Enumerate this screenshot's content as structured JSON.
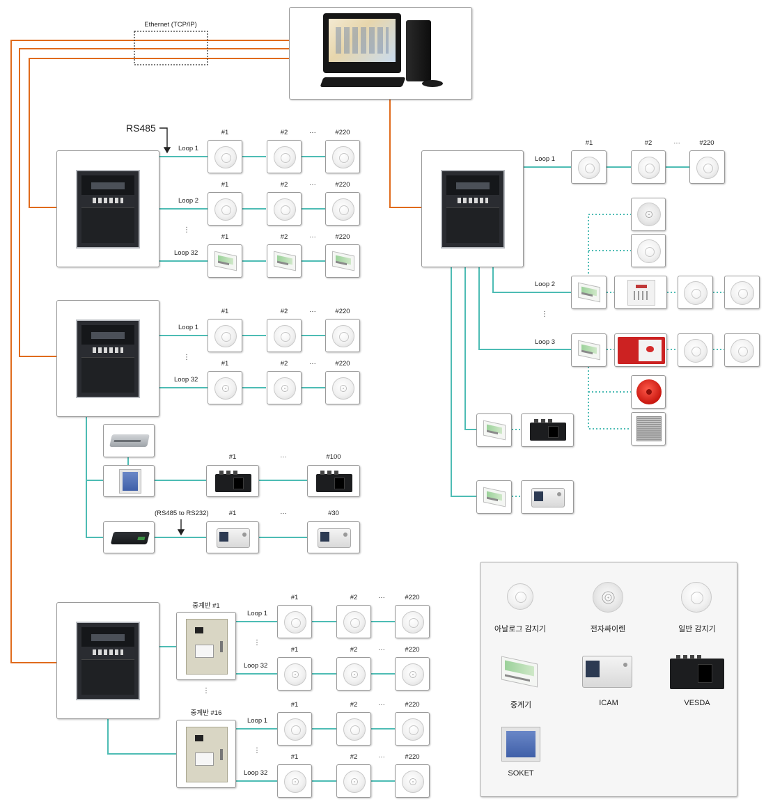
{
  "colors": {
    "ethernet": "#e06b1c",
    "loop": "#4dbcb4",
    "border": "#9a9a9a"
  },
  "labels": {
    "ethernet": "Ethernet (TCP/IP)",
    "rs485": "RS485",
    "rs485_to_rs232": "(RS485 to RS232)",
    "loop1": "Loop 1",
    "loop2": "Loop 2",
    "loop3": "Loop 3",
    "loop32": "Loop 32",
    "n1": "#1",
    "n2": "#2",
    "n220": "#220",
    "n100": "#100",
    "n30": "#30",
    "ellipsis": "···",
    "vellipsis": "⋮",
    "relay_panel_1": "중계반 #1",
    "relay_panel_16": "중계반 #16"
  },
  "legend": {
    "analog_detector": "아날로그 감지기",
    "electronic_siren": "전자싸이렌",
    "general_detector": "일반 감지기",
    "relay": "중계기",
    "icam": "ICAM",
    "vesda": "VESDA",
    "soket": "SOKET"
  }
}
